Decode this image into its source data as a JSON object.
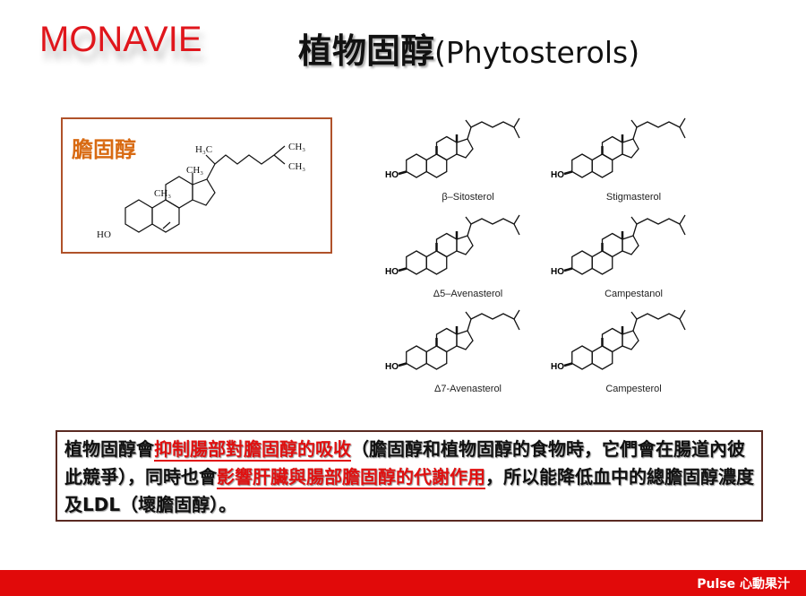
{
  "logo": "MONAVIE",
  "title": {
    "zh": "植物固醇",
    "en": "(Phytosterols)"
  },
  "cholesterol": {
    "label": "膽固醇",
    "atoms": {
      "h3c": "H₃C",
      "ch3_top": "CH₃",
      "ch3_a": "CH₃",
      "ch3_b": "CH₃",
      "ch3_c": "CH₃",
      "ho": "HO"
    }
  },
  "sterols": [
    {
      "name": "β–Sitosterol"
    },
    {
      "name": "Stigmasterol"
    },
    {
      "name": "Δ5–Avenasterol"
    },
    {
      "name": "Campestanol"
    },
    {
      "name": "Δ7-Avenasterol"
    },
    {
      "name": "Campesterol"
    }
  ],
  "ho": "HO",
  "note": {
    "p1": "植物固醇會",
    "h1": "抑制腸部對膽固醇的吸收",
    "p2": "（膽固醇和植物固醇的食物時，它們會在腸道內彼此競爭），同時也會",
    "h2": "影響肝臟與腸部膽固醇的代謝作用",
    "p3": "，所以能降低血中的總膽固醇濃度及LDL（壞膽固醇）。"
  },
  "footer": "Pulse 心動果汁"
}
